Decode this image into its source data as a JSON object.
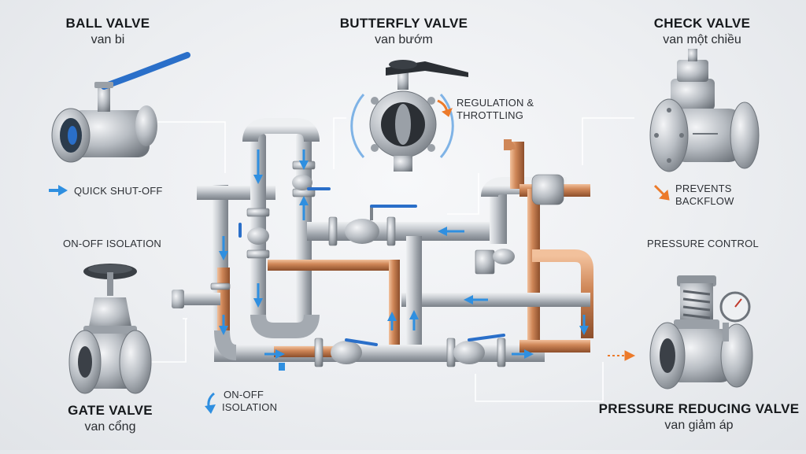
{
  "valves": {
    "ball": {
      "title": "BALL VALVE",
      "subtitle": "van bi"
    },
    "butterfly": {
      "title": "BUTTERFLY VALVE",
      "subtitle": "van bướm"
    },
    "check": {
      "title": "CHECK VALVE",
      "subtitle": "van một chiều"
    },
    "gate": {
      "title": "GATE VALVE",
      "subtitle": "van cổng"
    },
    "prv": {
      "title": "PRESSURE REDUCING VALVE",
      "subtitle": "van giảm áp"
    }
  },
  "captions": {
    "quick_shutoff": "QUICK SHUT-OFF",
    "onoff_left": "ON-OFF ISOLATION",
    "regulation_1": "REGULATION &",
    "regulation_2": "THROTTLING",
    "prevents_1": "PREVENTS",
    "prevents_2": "BACKFLOW",
    "pressure_control": "PRESSURE CONTROL",
    "onoff_bottom_1": "ON-OFF",
    "onoff_bottom_2": "ISOLATION"
  },
  "colors": {
    "steel": "#b9bec4",
    "steel_dark": "#7e858d",
    "copper": "#c07a4e",
    "handle_blue": "#2a6fc9",
    "flow_arrow": "#2f8fe0",
    "accent_arrow": "#ec7a2a",
    "leader": "#ffffff"
  },
  "icons": [
    "blue-flow-arrow",
    "orange-arrow",
    "ball-valve-image",
    "butterfly-valve-image",
    "check-valve-image",
    "gate-valve-image",
    "pressure-reducing-valve-image",
    "pressure-gauge-icon"
  ]
}
